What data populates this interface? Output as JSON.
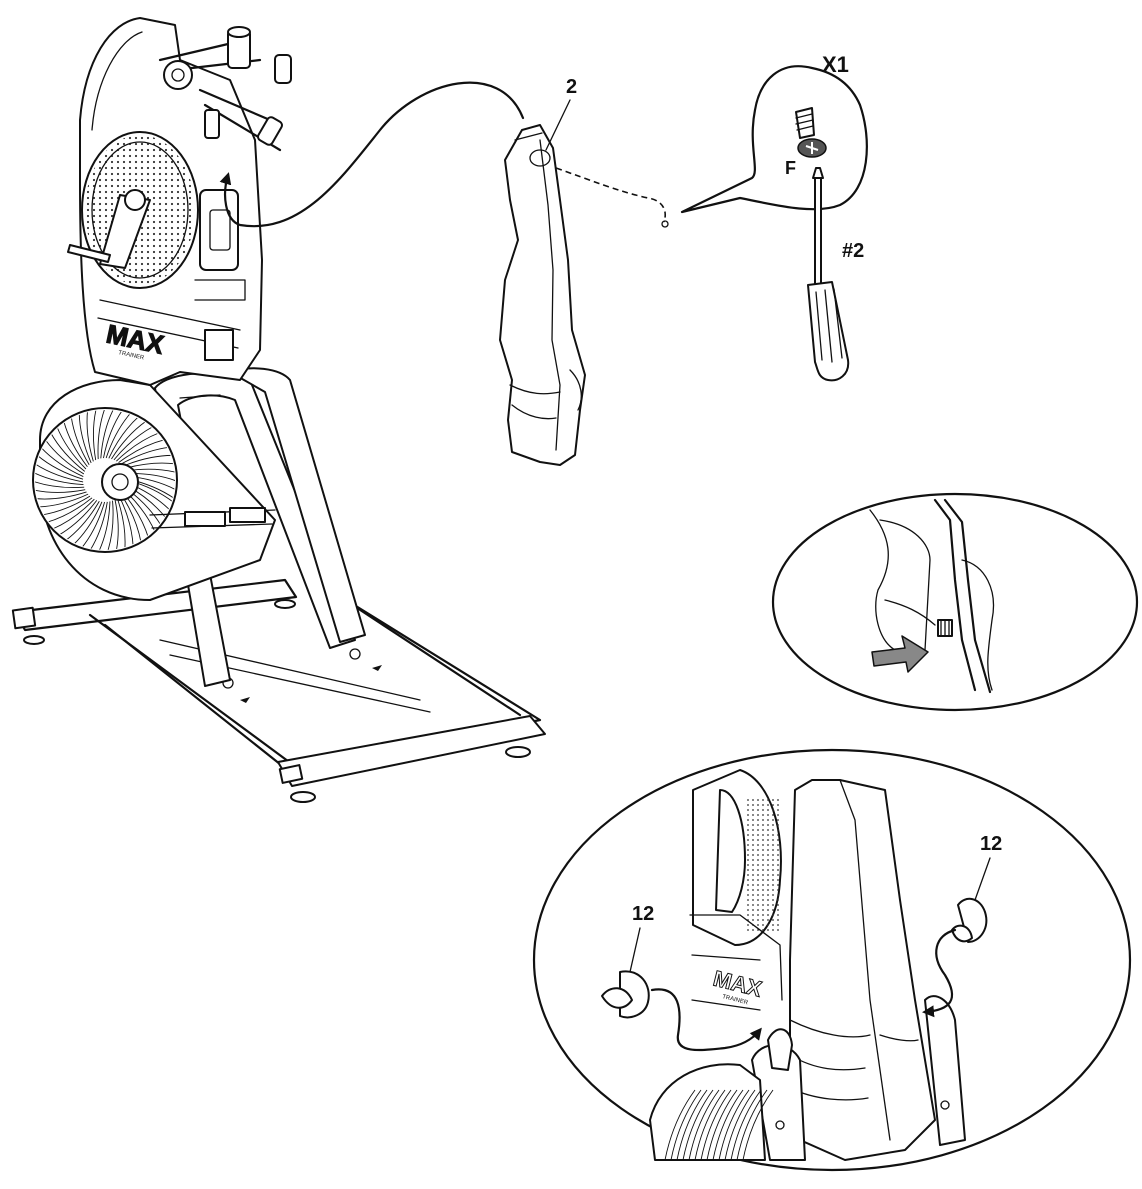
{
  "callouts": {
    "handle_part": "2",
    "hardware_qty": "X1",
    "hardware_letter": "F",
    "screwdriver_size": "#2",
    "cap_left": "12",
    "cap_right": "12"
  },
  "logo": {
    "text": "MAX",
    "subtext": "TRAINER"
  },
  "colors": {
    "line": "#111111",
    "arrow_fill": "#888888",
    "background": "#ffffff"
  }
}
